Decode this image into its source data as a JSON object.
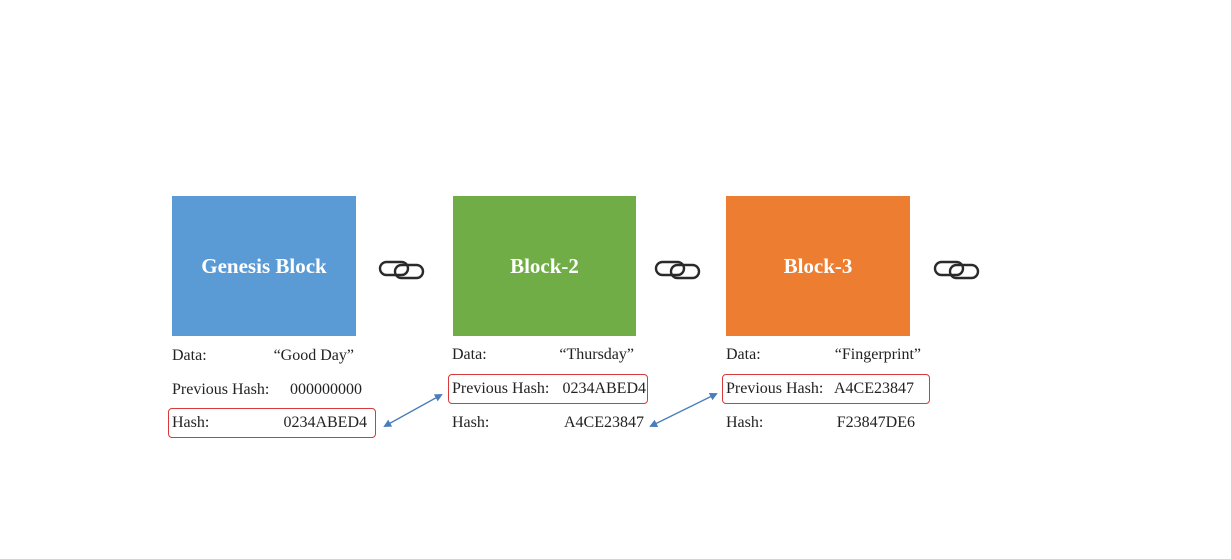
{
  "blocks": [
    {
      "title": "Genesis Block",
      "color": "#5b9bd5",
      "data_label": "Data:",
      "data_value": "“Good Day”",
      "prev_label": "Previous Hash:",
      "prev_value": "000000000",
      "hash_label": "Hash:",
      "hash_value": "0234ABED4"
    },
    {
      "title": "Block-2",
      "color": "#70ad47",
      "data_label": "Data:",
      "data_value": "“Thursday”",
      "prev_label": "Previous Hash:",
      "prev_value": "0234ABED4",
      "hash_label": "Hash:",
      "hash_value": "A4CE23847"
    },
    {
      "title": "Block-3",
      "color": "#ed7d31",
      "data_label": "Data:",
      "data_value": "“Fingerprint”",
      "prev_label": "Previous Hash:",
      "prev_value": "A4CE23847",
      "hash_label": "Hash:",
      "hash_value": "F23847DE6"
    }
  ],
  "icons": {
    "chain": "chain-link-icon",
    "arrow": "double-arrow"
  },
  "colors": {
    "highlight": "#d63a3a",
    "arrow": "#4a7ebb"
  }
}
